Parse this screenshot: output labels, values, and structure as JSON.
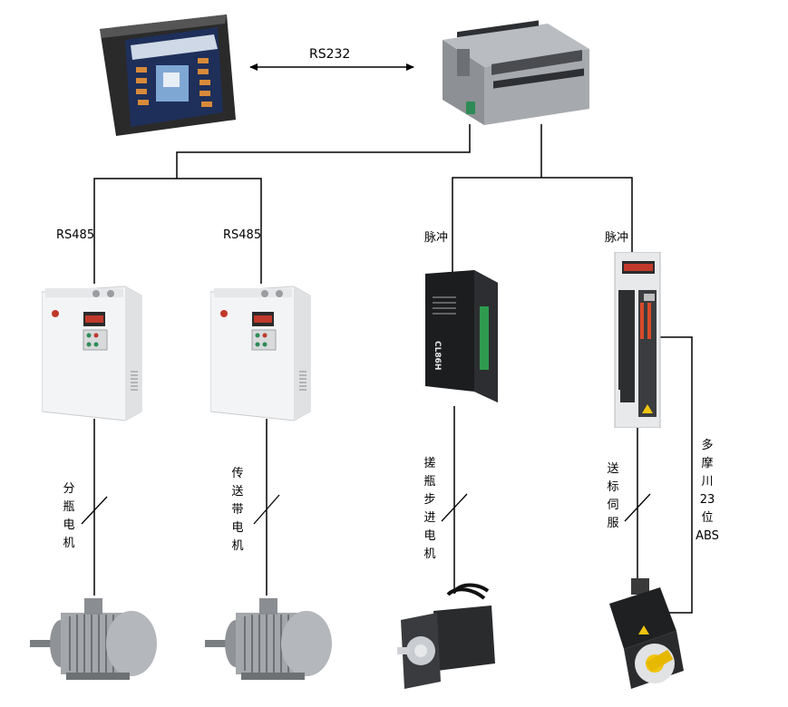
{
  "links": {
    "hmi_plc": "RS232",
    "vfd1": "RS485",
    "vfd2": "RS485",
    "stepper_drive": "脉冲",
    "servo_drive": "脉冲"
  },
  "motors": {
    "motor1": [
      "分",
      "瓶",
      "电",
      "机"
    ],
    "motor2": [
      "传",
      "送",
      "带",
      "电",
      "机"
    ],
    "stepper": [
      "搓",
      "瓶",
      "步",
      "进",
      "电",
      "机"
    ],
    "servo": [
      "送",
      "标",
      "伺",
      "服"
    ],
    "encoder": [
      "多",
      "摩",
      "川",
      "23",
      "位",
      "ABS"
    ]
  },
  "device_text": {
    "stepper_brand": "CL86H"
  }
}
